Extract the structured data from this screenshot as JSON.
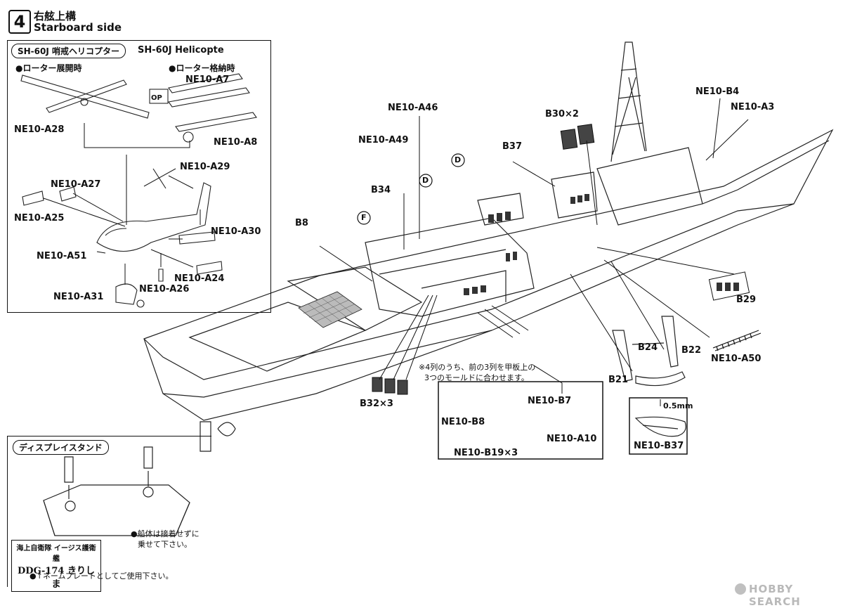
{
  "step": {
    "number": "4",
    "title_jp": "右舷上構",
    "title_en": "Starboard side"
  },
  "heli_box": {
    "title_jp": "SH-60J 哨戒ヘリコプター",
    "title_en": "SH-60J Helicopte",
    "rotor_open": "●ローター展開時",
    "rotor_folded": "●ローター格納時",
    "op_icon": "OP"
  },
  "parts": {
    "a28": "NE10-A28",
    "a7": "NE10-A7",
    "a8": "NE10-A8",
    "a29": "NE10-A29",
    "a27": "NE10-A27",
    "a25": "NE10-A25",
    "a30": "NE10-A30",
    "a51": "NE10-A51",
    "a24": "NE10-A24",
    "a26": "NE10-A26",
    "a31": "NE10-A31",
    "a46": "NE10-A46",
    "a49": "NE10-A49",
    "b34": "B34",
    "b37": "B37",
    "b30": "B30×2",
    "b4": "NE10-B4",
    "a3": "NE10-A3",
    "b8": "B8",
    "b29": "B29",
    "b24": "B24",
    "b22": "B22",
    "a50": "NE10-A50",
    "b21": "B21",
    "b32": "B32×3",
    "nb37": "NE10-B37",
    "b7": "NE10-B7",
    "nb8": "NE10-B8",
    "a10": "NE10-A10",
    "b19": "NE10-B19×3"
  },
  "markers": {
    "d1": "D",
    "d2": "D",
    "f": "F"
  },
  "notes": {
    "rows_line1": "※4列のうち、前の3列を甲板上の",
    "rows_line2": "3つのモールドに合わせます。",
    "thickness": "0.5mm"
  },
  "stand": {
    "title": "ディスプレイスタンド",
    "note_line1": "●船体は接着せずに",
    "note_line2": "乗せて下さい。",
    "plate_line1": "海上自衛隊 イージス護衛艦",
    "plate_line2": "DDG-174 きりしま",
    "plate_note": "●↑ネームプレートとしてご使用下さい。"
  },
  "watermark": "HOBBY SEARCH"
}
